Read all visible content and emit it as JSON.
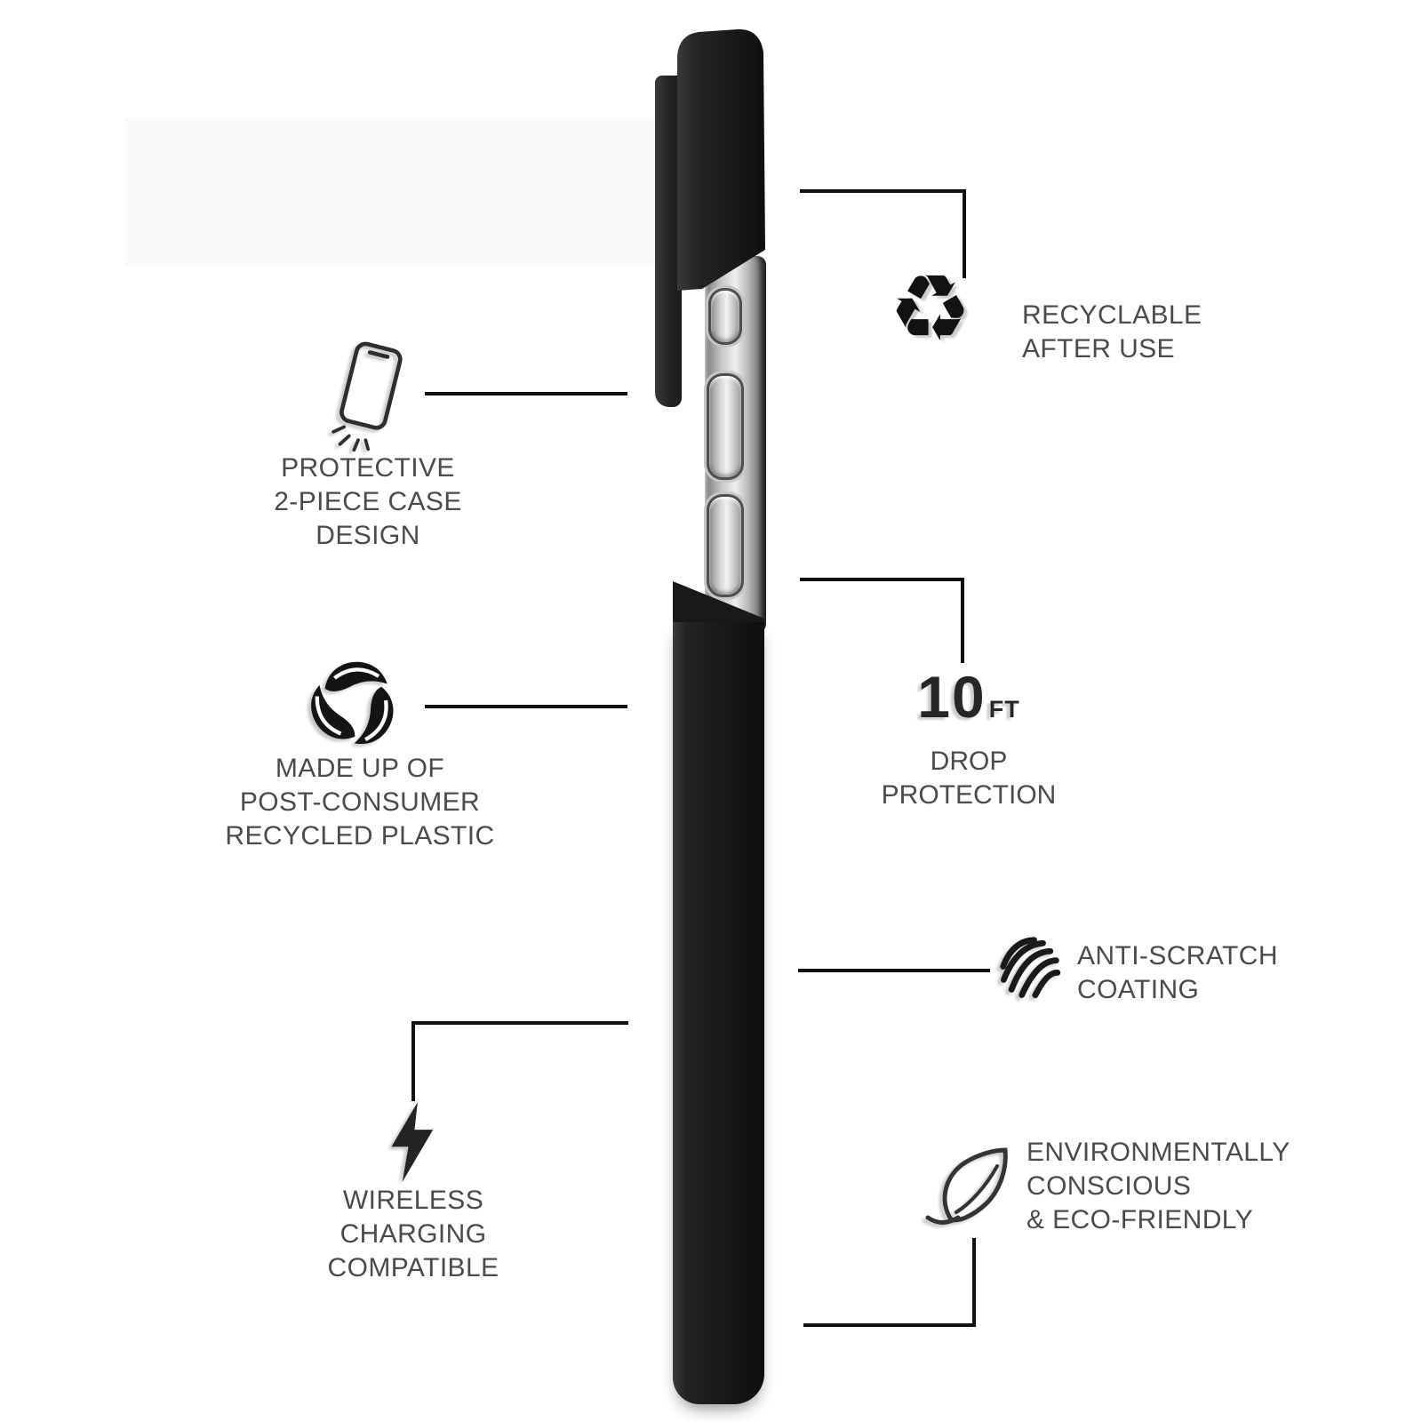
{
  "colors": {
    "background": "#ffffff",
    "callout_line": "#0f0f0f",
    "feature_text": "#4b4b4b",
    "number_text": "#262626",
    "case_black": "#1a1a1b",
    "frame_silver": "#c9c9c9"
  },
  "phone": {
    "description": "side profile of black two-piece phone case with metallic frame and buttons",
    "buttons": [
      "mute-switch",
      "volume-up",
      "volume-down"
    ]
  },
  "features": {
    "protective": {
      "icon": "phone-impact-icon",
      "lines": [
        "PROTECTIVE",
        "2-PIECE CASE",
        "DESIGN"
      ]
    },
    "recycled": {
      "icon": "recycled-leaves-icon",
      "lines": [
        "MADE UP OF",
        "POST-CONSUMER",
        "RECYCLED PLASTIC"
      ]
    },
    "wireless": {
      "icon": "lightning-bolt-icon",
      "lines": [
        "WIRELESS",
        "CHARGING",
        "COMPATIBLE"
      ]
    },
    "recyclable": {
      "icon": "recycle-arrows-icon",
      "glyph": "♻",
      "lines": [
        "RECYCLABLE",
        "AFTER USE"
      ]
    },
    "drop": {
      "value": "10",
      "unit": "FT",
      "lines": [
        "DROP",
        "PROTECTION"
      ]
    },
    "scratch": {
      "icon": "scribble-icon",
      "lines": [
        "ANTI-SCRATCH",
        "COATING"
      ]
    },
    "eco": {
      "icon": "leaf-icon",
      "lines": [
        "ENVIRONMENTALLY",
        "CONSCIOUS",
        "& ECO-FRIENDLY"
      ]
    }
  }
}
